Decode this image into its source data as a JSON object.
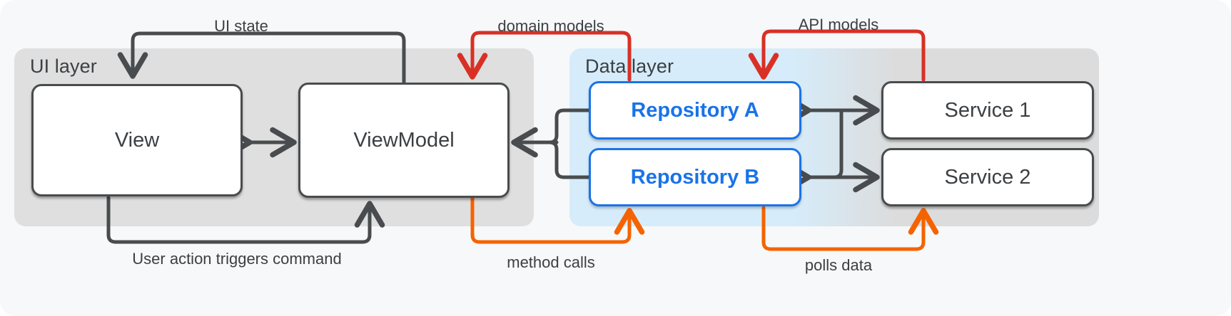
{
  "diagram": {
    "title": "App architecture: UI layer and Data layer",
    "colors": {
      "canvas_background": "#f6f8fa",
      "ui_layer_fill": "#dfdfdf",
      "data_layer_fill_left": "#d6ecfa",
      "data_layer_fill_right": "#dcdcdc",
      "node_stroke": "#494c4e",
      "repository_accent": "#1a73e8",
      "arrow_gray": "#494c4e",
      "arrow_red": "#d93025",
      "arrow_orange": "#f56300",
      "text": "#3c4043"
    }
  },
  "layers": [
    {
      "id": "ui",
      "label": "UI layer"
    },
    {
      "id": "data",
      "label": "Data layer"
    }
  ],
  "nodes": [
    {
      "id": "view",
      "label": "View",
      "layer": "ui"
    },
    {
      "id": "viewmodel",
      "label": "ViewModel",
      "layer": "ui"
    },
    {
      "id": "repo_a",
      "label": "Repository A",
      "layer": "data"
    },
    {
      "id": "repo_b",
      "label": "Repository B",
      "layer": "data"
    },
    {
      "id": "service_1",
      "label": "Service  1",
      "layer": "data"
    },
    {
      "id": "service_2",
      "label": "Service 2",
      "layer": "data"
    }
  ],
  "edges": [
    {
      "id": "ui_state",
      "label": "UI state",
      "from": "viewmodel",
      "to": "view",
      "color": "gray",
      "style": "top-loop"
    },
    {
      "id": "view_vm",
      "label": "",
      "from": "view",
      "to": "viewmodel",
      "color": "gray",
      "style": "bidirectional"
    },
    {
      "id": "user_action",
      "label": "User action triggers command",
      "from": "view",
      "to": "viewmodel",
      "color": "gray",
      "style": "bottom-loop"
    },
    {
      "id": "domain_models",
      "label": "domain models",
      "from": "repo_a",
      "to": "viewmodel",
      "color": "red",
      "style": "top-loop"
    },
    {
      "id": "vm_repos",
      "label": "",
      "from": "repo_a,repo_b",
      "to": "viewmodel",
      "color": "gray",
      "style": "merge-left"
    },
    {
      "id": "method_calls",
      "label": "method calls",
      "from": "viewmodel",
      "to": "repo_b",
      "color": "orange",
      "style": "bottom-loop"
    },
    {
      "id": "api_models",
      "label": "API models",
      "from": "service_1",
      "to": "repo_a",
      "color": "red",
      "style": "top-loop"
    },
    {
      "id": "repoa_s1",
      "label": "",
      "from": "repo_a",
      "to": "service_1",
      "color": "gray",
      "style": "bidirectional"
    },
    {
      "id": "repob_s2",
      "label": "",
      "from": "repo_b",
      "to": "service_2",
      "color": "gray",
      "style": "bidirectional"
    },
    {
      "id": "polls_data",
      "label": "polls data",
      "from": "repo_b",
      "to": "service_2",
      "color": "orange",
      "style": "bottom-loop"
    }
  ],
  "edge_labels": {
    "ui_state": "UI state",
    "domain_models": "domain models",
    "api_models": "API models",
    "user_action": "User action triggers command",
    "method_calls": "method calls",
    "polls_data": "polls data"
  }
}
